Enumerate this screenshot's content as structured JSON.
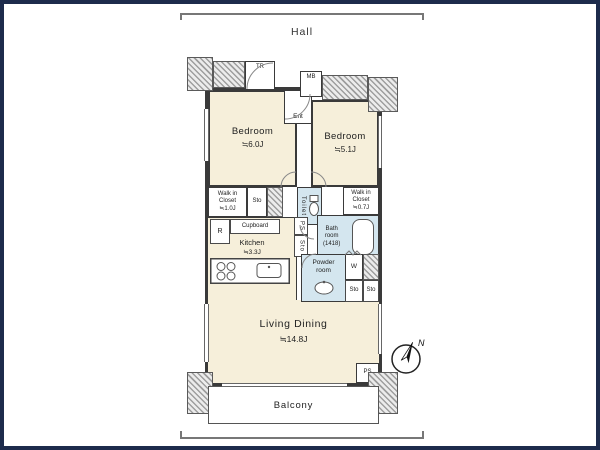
{
  "plan": {
    "colors": {
      "frame": "#1d2b4c",
      "wall": "#3a3a3a",
      "cream": "#f6efda",
      "blue": "#d4e6ef"
    },
    "hall": "Hall",
    "balcony": "Balcony",
    "compass_n": "N",
    "rooms": {
      "bedroom1": {
        "name": "Bedroom",
        "area": "≒6.0J"
      },
      "bedroom2": {
        "name": "Bedroom",
        "area": "≒5.1J"
      },
      "living": {
        "name": "Living Dining",
        "area": "≒14.8J"
      },
      "kitchen": {
        "name": "Kitchen",
        "area": "≒3.3J"
      },
      "wic1": {
        "l1": "Walk in",
        "l2": "Closet",
        "l3": "≒1.0J"
      },
      "wic2": {
        "l1": "Walk in",
        "l2": "Closet",
        "l3": "≒0.7J"
      },
      "bath": {
        "l1": "Bath",
        "l2": "room",
        "l3": "(1418)"
      },
      "powder": {
        "l1": "Powder",
        "l2": "room"
      },
      "toilet": "Toilet",
      "ent": "Ent"
    },
    "small": {
      "tr": "TR",
      "mb": "MB",
      "r": "R",
      "cupboard": "Cupboard",
      "sto_a": "Sto",
      "ps_mid": "PS",
      "sto_mid": "Sto",
      "w": "W",
      "sto1": "Sto",
      "sto2": "Sto",
      "ps": "PS"
    }
  }
}
